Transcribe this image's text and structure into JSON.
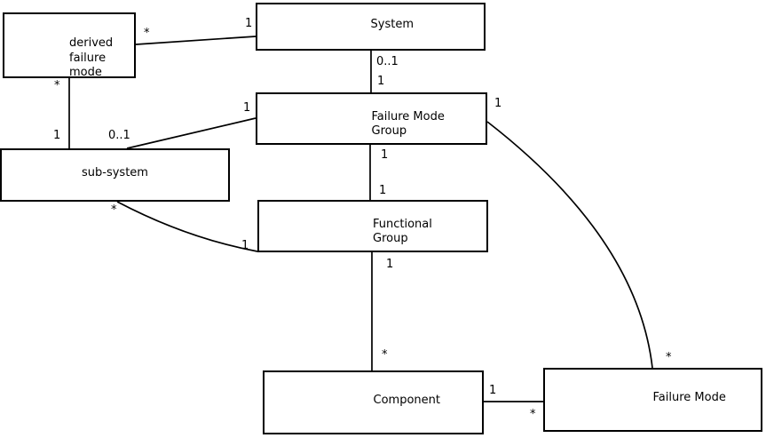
{
  "diagram": {
    "type": "uml-class-diagram",
    "background_color": "#ffffff",
    "line_color": "#000000",
    "boxes": {
      "derived_failure_mode": {
        "label": "derived\nfailure\nmode"
      },
      "system": {
        "label": "System"
      },
      "failure_mode_group": {
        "label": "Failure Mode\nGroup"
      },
      "sub_system": {
        "label": "sub-system"
      },
      "functional_group": {
        "label": "Functional\nGroup"
      },
      "component": {
        "label": "Component"
      },
      "failure_mode": {
        "label": "Failure Mode"
      }
    },
    "relations": {
      "dfm_system": {
        "from": "derived failure mode",
        "to": "System",
        "from_mult": "*",
        "to_mult": "1"
      },
      "dfm_subsystem": {
        "from": "derived failure mode",
        "to": "sub-system",
        "from_mult": "*",
        "to_mult": "1"
      },
      "system_fmg": {
        "from": "System",
        "to": "Failure Mode Group",
        "from_mult": "0..1",
        "to_mult": "1"
      },
      "subsystem_fmg": {
        "from": "sub-system",
        "to": "Failure Mode Group",
        "from_mult": "0..1",
        "to_mult": "1"
      },
      "fmg_fg": {
        "from": "Failure Mode Group",
        "to": "Functional Group",
        "from_mult": "1",
        "to_mult": "1"
      },
      "subsystem_fg": {
        "from": "sub-system",
        "to": "Functional Group",
        "from_mult": "*",
        "to_mult": "1"
      },
      "fg_component": {
        "from": "Functional Group",
        "to": "Component",
        "from_mult": "1",
        "to_mult": "*"
      },
      "component_fm": {
        "from": "Component",
        "to": "Failure Mode",
        "from_mult": "1",
        "to_mult": "*"
      },
      "fmg_fm": {
        "from": "Failure Mode Group",
        "to": "Failure Mode",
        "from_mult": "1",
        "to_mult": "*"
      }
    }
  }
}
